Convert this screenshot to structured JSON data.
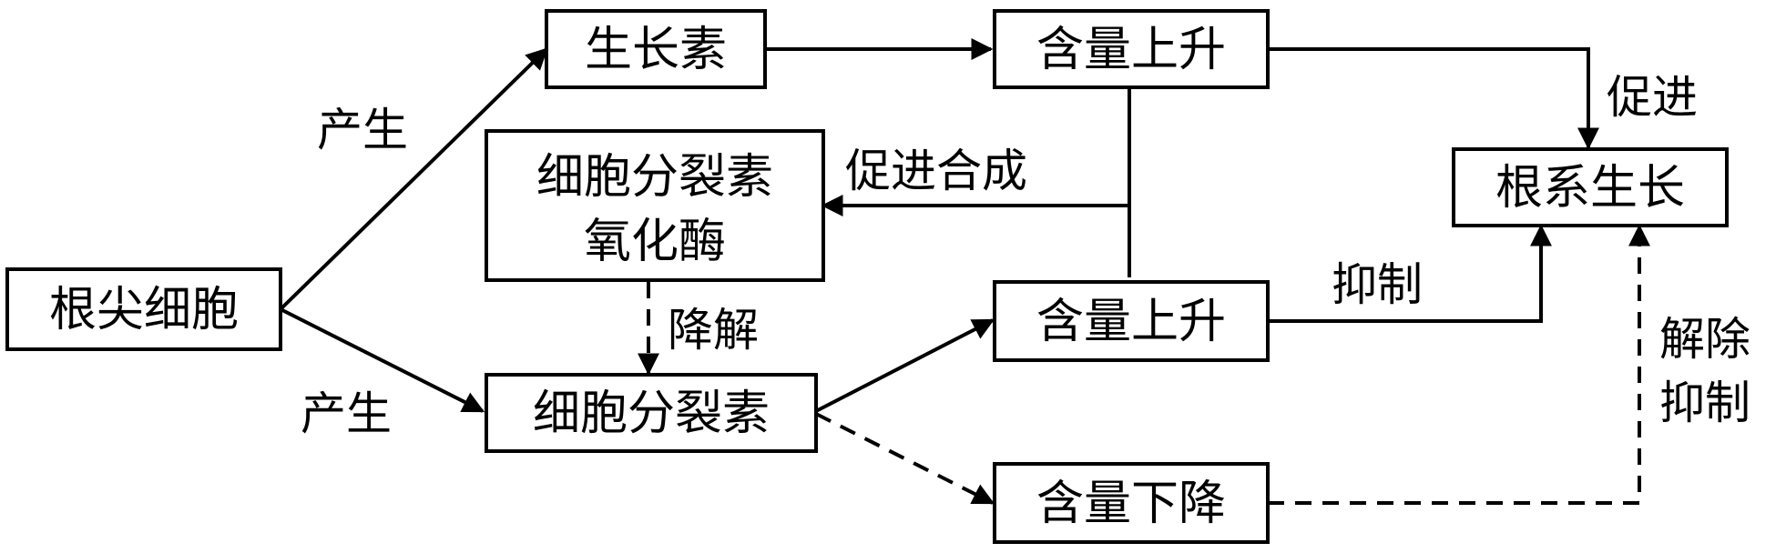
{
  "nodes": {
    "root_cell": "根尖细胞",
    "auxin": "生长素",
    "auxin_rise": "含量上升",
    "cko_line1": "细胞分裂素",
    "cko_line2": "氧化酶",
    "cytokinin": "细胞分裂素",
    "cyto_rise": "含量上升",
    "cyto_fall": "含量下降",
    "root_growth": "根系生长"
  },
  "edges": {
    "produce_top": "产生",
    "produce_bottom": "产生",
    "promote": "促进",
    "promote_synthesis": "促进合成",
    "degrade": "降解",
    "inhibit": "抑制",
    "relieve_line1": "解除",
    "relieve_line2": "抑制"
  }
}
